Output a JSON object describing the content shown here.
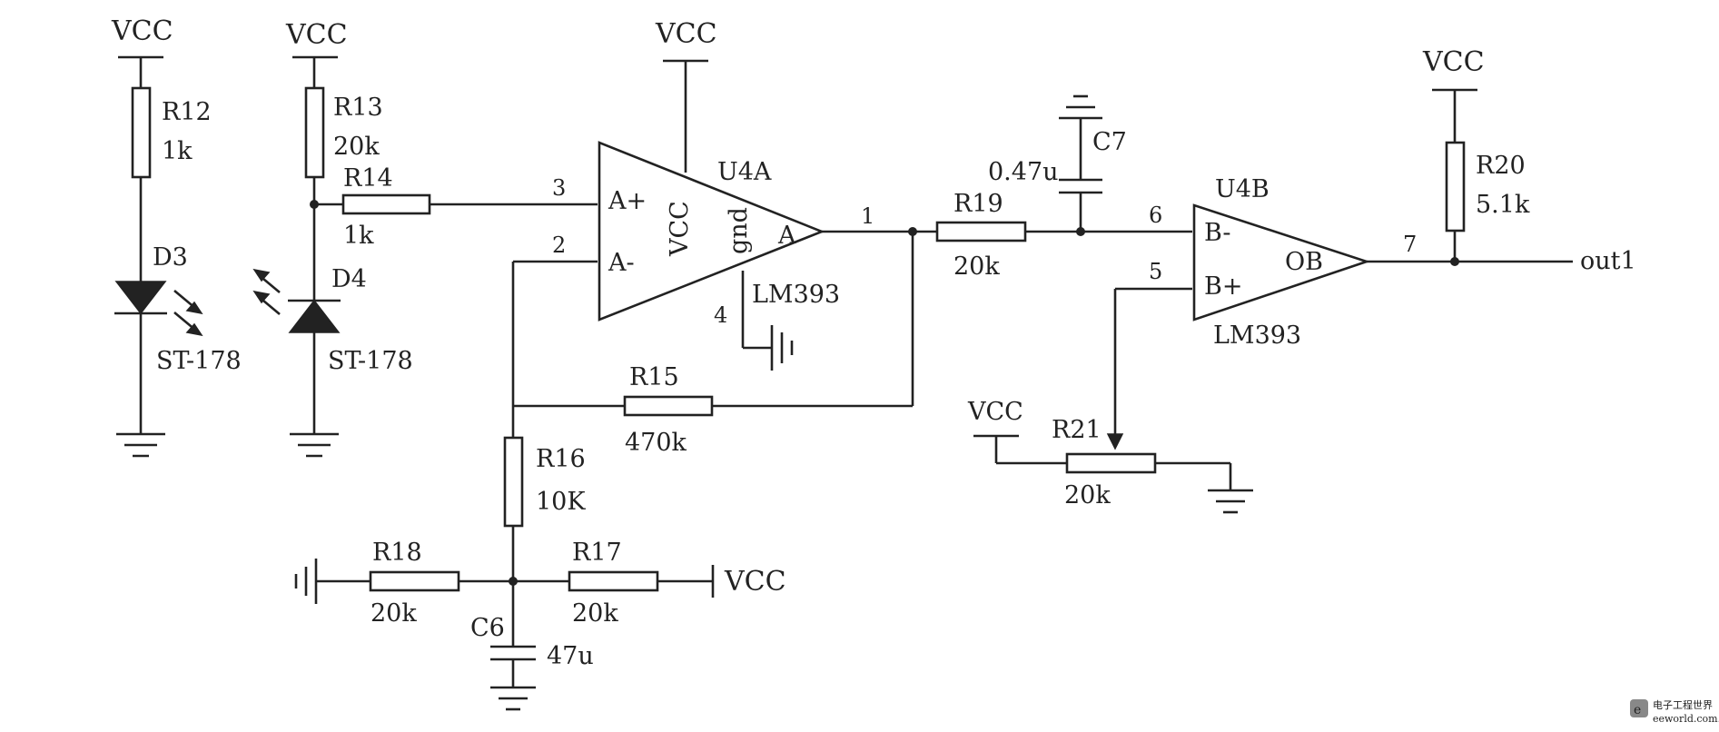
{
  "supply_label": "VCC",
  "components": {
    "r12": {
      "ref": "R12",
      "value": "1k"
    },
    "r13": {
      "ref": "R13",
      "value": "20k"
    },
    "r14": {
      "ref": "R14",
      "value": "1k"
    },
    "r15": {
      "ref": "R15",
      "value": "470k"
    },
    "r16": {
      "ref": "R16",
      "value": "10K"
    },
    "r17": {
      "ref": "R17",
      "value": "20k"
    },
    "r18": {
      "ref": "R18",
      "value": "20k"
    },
    "r19": {
      "ref": "R19",
      "value": "20k"
    },
    "r20": {
      "ref": "R20",
      "value": "5.1k"
    },
    "r21": {
      "ref": "R21",
      "value": "20k"
    },
    "c6": {
      "ref": "C6",
      "value": "47u"
    },
    "c7": {
      "ref": "C7",
      "value": "0.47u"
    },
    "d3": {
      "ref": "D3",
      "part": "ST-178"
    },
    "d4": {
      "ref": "D4",
      "part": "ST-178"
    },
    "u4a": {
      "ref": "U4A",
      "part": "LM393",
      "in_plus": "A+",
      "in_minus": "A-",
      "out": "A",
      "vcc": "VCC",
      "gnd": "gnd",
      "pin_plus": "3",
      "pin_minus": "2",
      "pin_out": "1",
      "pin_gnd": "4"
    },
    "u4b": {
      "ref": "U4B",
      "part": "LM393",
      "in_minus": "B-",
      "in_plus": "B+",
      "out": "OB",
      "pin_minus": "6",
      "pin_plus": "5",
      "pin_out": "7"
    }
  },
  "output_net": "out1",
  "watermark": {
    "title": "电子工程世界",
    "url": "eeworld.com.cn"
  }
}
